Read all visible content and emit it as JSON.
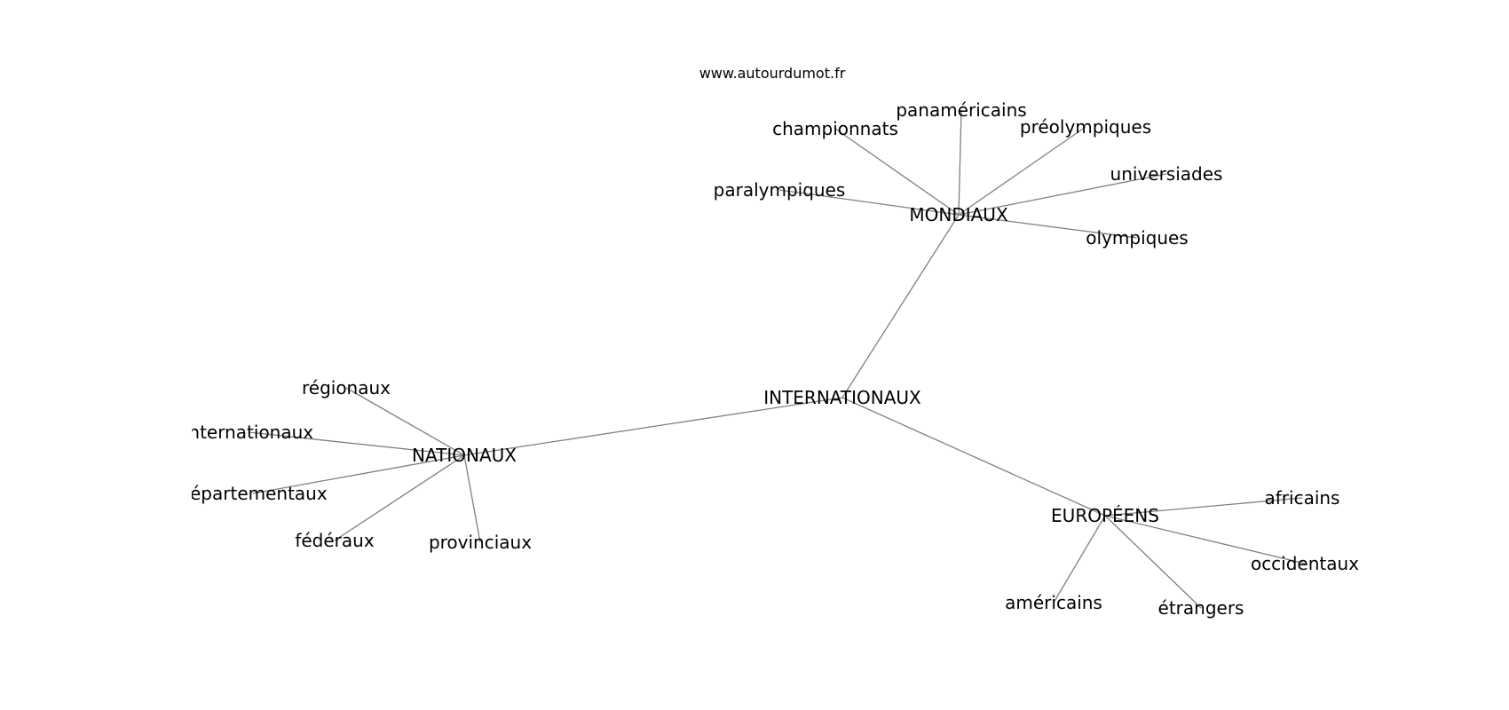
{
  "watermark": "www.autourdumot.fr",
  "graph": {
    "nodes": [
      {
        "id": "INTERNATIONAUX",
        "label": "INTERNATIONAUX"
      },
      {
        "id": "MONDIAUX",
        "label": "MONDIAUX"
      },
      {
        "id": "NATIONAUX",
        "label": "NATIONAUX"
      },
      {
        "id": "EUROPEENS",
        "label": "EUROPÉENS"
      },
      {
        "id": "championnats",
        "label": "championnats"
      },
      {
        "id": "panamericains",
        "label": "panaméricains"
      },
      {
        "id": "preolympiques",
        "label": "préolympiques"
      },
      {
        "id": "universiades",
        "label": "universiades"
      },
      {
        "id": "paralympiques",
        "label": "paralympiques"
      },
      {
        "id": "olympiques",
        "label": "olympiques"
      },
      {
        "id": "regionaux",
        "label": "régionaux"
      },
      {
        "id": "internationaux",
        "label": "internationaux"
      },
      {
        "id": "departementaux",
        "label": "départementaux"
      },
      {
        "id": "federaux",
        "label": "fédéraux"
      },
      {
        "id": "provinciaux",
        "label": "provinciaux"
      },
      {
        "id": "africains",
        "label": "africains"
      },
      {
        "id": "occidentaux",
        "label": "occidentaux"
      },
      {
        "id": "americains",
        "label": "américains"
      },
      {
        "id": "etrangers",
        "label": "étrangers"
      }
    ],
    "edges": [
      [
        "INTERNATIONAUX",
        "MONDIAUX"
      ],
      [
        "INTERNATIONAUX",
        "NATIONAUX"
      ],
      [
        "INTERNATIONAUX",
        "EUROPEENS"
      ],
      [
        "MONDIAUX",
        "championnats"
      ],
      [
        "MONDIAUX",
        "panamericains"
      ],
      [
        "MONDIAUX",
        "preolympiques"
      ],
      [
        "MONDIAUX",
        "universiades"
      ],
      [
        "MONDIAUX",
        "paralympiques"
      ],
      [
        "MONDIAUX",
        "olympiques"
      ],
      [
        "NATIONAUX",
        "regionaux"
      ],
      [
        "NATIONAUX",
        "internationaux"
      ],
      [
        "NATIONAUX",
        "departementaux"
      ],
      [
        "NATIONAUX",
        "federaux"
      ],
      [
        "NATIONAUX",
        "provinciaux"
      ],
      [
        "EUROPEENS",
        "africains"
      ],
      [
        "EUROPEENS",
        "occidentaux"
      ],
      [
        "EUROPEENS",
        "americains"
      ],
      [
        "EUROPEENS",
        "etrangers"
      ]
    ]
  }
}
